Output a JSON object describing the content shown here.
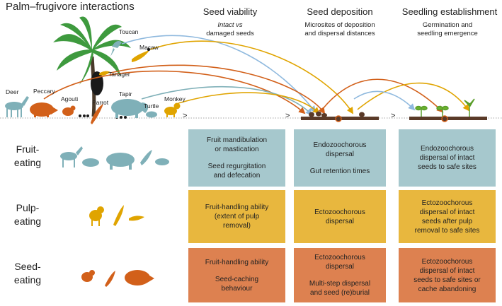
{
  "title": "Palm–frugivore interactions",
  "columns": [
    {
      "title": "Seed viability",
      "subtitle": [
        "Intact vs",
        "damaged seeds"
      ]
    },
    {
      "title": "Seed deposition",
      "subtitle": [
        "Microsites of deposition",
        "and dispersal distances"
      ]
    },
    {
      "title": "Seedling establishment",
      "subtitle": [
        "Germination and",
        "seedling emergence"
      ]
    }
  ],
  "animals": [
    "Deer",
    "Peccary",
    "Agouti",
    "Toucan",
    "Macaw",
    "Tanager",
    "Parrot",
    "Tapir",
    "Turtle",
    "Monkey"
  ],
  "arrow_markers": [
    ">",
    ">",
    ">"
  ],
  "rows": [
    {
      "label": [
        "Fruit-",
        "eating"
      ],
      "color": "#a6c8cd",
      "cells": [
        [
          [
            "Fruit mandibulation",
            "or mastication"
          ],
          [
            "Seed regurgitation",
            "and defecation"
          ]
        ],
        [
          [
            "Endozoochorous",
            "dispersal"
          ],
          [
            "Gut retention times"
          ]
        ],
        [
          [
            "Endozoochorous",
            "dispersal of intact",
            "seeds to safe sites"
          ]
        ]
      ]
    },
    {
      "label": [
        "Pulp-",
        "eating"
      ],
      "color": "#e8b73e",
      "cells": [
        [
          [
            "Fruit-handling ability",
            "(extent of pulp",
            "removal)"
          ]
        ],
        [
          [
            "Ectozoochorous",
            "dispersal"
          ]
        ],
        [
          [
            "Ectozoochorous",
            "dispersal of intact",
            "seeds after pulp",
            "removal to safe sites"
          ]
        ]
      ]
    },
    {
      "label": [
        "Seed-",
        "eating"
      ],
      "color": "#dd8150",
      "cells": [
        [
          [
            "Fruit-handling ability"
          ],
          [
            "Seed-caching",
            "behaviour"
          ]
        ],
        [
          [
            "Ectozoochorous",
            "dispersal"
          ],
          [
            "Multi-step dispersal",
            "and seed (re)burial"
          ]
        ],
        [
          [
            "Ectozoochorous",
            "dispersal of intact",
            "seeds to safe sites or",
            "cache abandoning"
          ]
        ]
      ]
    }
  ],
  "colors": {
    "fruit": "#7fb0b8",
    "fruit_box": "#a6c8cd",
    "pulp": "#e0a400",
    "pulp_box": "#e8b73e",
    "seed": "#d2601a",
    "seed_box": "#dd8150",
    "palm": "#3e9a3e",
    "soil": "#5a3a28"
  }
}
